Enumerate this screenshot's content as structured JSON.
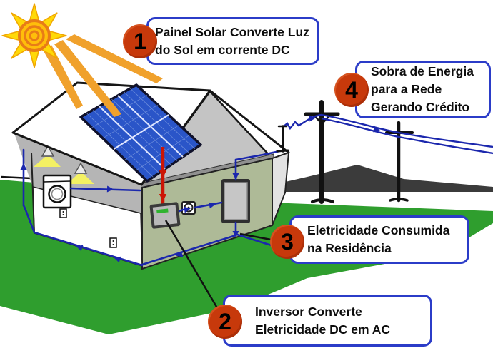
{
  "scene": {
    "description_labels": {
      "callouts": [
        {
          "number": "1",
          "lines": [
            "Painel Solar Converte Luz",
            "do Sol em corrente DC"
          ]
        },
        {
          "number": "2",
          "lines": [
            "Inversor Converte",
            "Eletricidade DC em AC"
          ]
        },
        {
          "number": "3",
          "lines": [
            "Eletricidade Consumida",
            "na Residência"
          ]
        },
        {
          "number": "4",
          "lines": [
            "Sobra de Energia",
            "para a Rede",
            "Gerando Crédito"
          ]
        }
      ]
    },
    "colors": {
      "callout_border": "#2b3cc8",
      "callout_background": "#ffffff",
      "badge_red": "#c7390b",
      "text_black": "#0d0d0d",
      "wire_blue": "#1b27ad",
      "dc_wire_red": "#cc1505",
      "solar_panel_blue": "#2a55c8",
      "grass_green": "#2f9e2e",
      "mountain_gray": "#3b3b3b",
      "sun_yellow": "#ffd908",
      "sun_ring_orange": "#e87c17",
      "ray_orange": "#f0a12c",
      "house_wall_sage": "#aeba97",
      "roof_white": "#ffffff"
    }
  }
}
